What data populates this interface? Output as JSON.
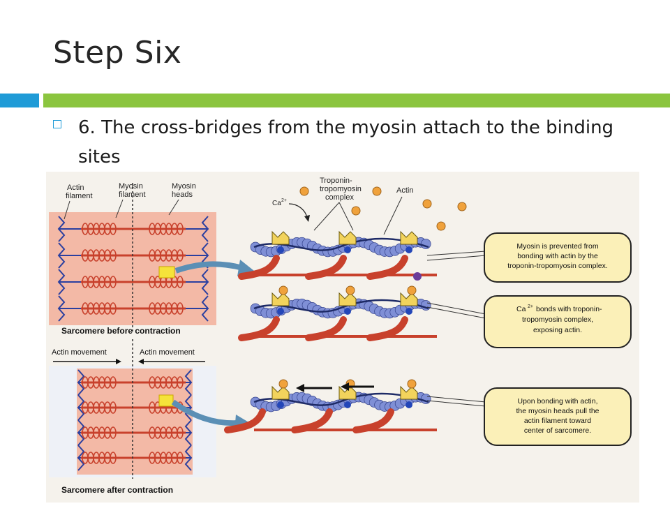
{
  "slide": {
    "title": "Step Six",
    "bullet": "6.  The cross-bridges from the myosin attach to the binding sites"
  },
  "figure": {
    "labels": {
      "actin_filament": [
        "Actin",
        "filament"
      ],
      "myosin_filament": [
        "Myosin",
        "filament"
      ],
      "myosin_heads": [
        "Myosin",
        "heads"
      ],
      "ca": "Ca",
      "ca_sup": "2+",
      "troponin_complex": [
        "Troponin-",
        "tropomyosin",
        "complex"
      ],
      "actin": "Actin",
      "sarcomere_before": "Sarcomere before contraction",
      "actin_movement_left": "Actin movement",
      "actin_movement_right": "Actin movement",
      "sarcomere_after": "Sarcomere after contraction"
    },
    "callouts": [
      [
        "Myosin is prevented from",
        "bonding with actin by the",
        "troponin-tropomyosin complex."
      ],
      [
        "Ca",
        "bonds with troponin-",
        "tropomyosin complex,",
        "exposing actin."
      ],
      [
        "Upon bonding with actin,",
        "the myosin heads pull the",
        "actin filament toward",
        "center of sarcomere."
      ]
    ],
    "callout2_sup": "2+",
    "colors": {
      "actin_bead": "#7f8fd6",
      "myosin": "#c8412c",
      "troponin": "#f2d35c",
      "ca_ion": "#f0a23c",
      "sarcomere_bg": "#f3b9a6",
      "z_line": "#2a3fa0",
      "callout_bg": "#fbf0b8"
    }
  }
}
